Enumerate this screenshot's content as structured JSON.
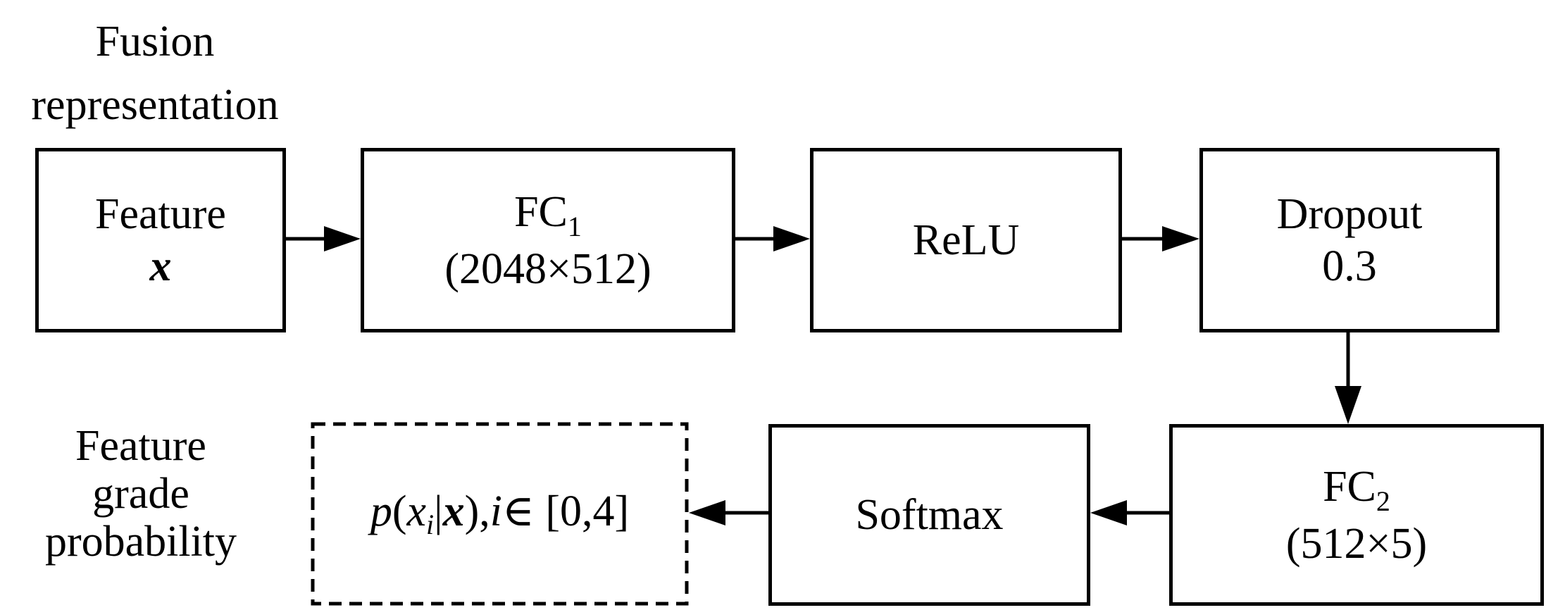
{
  "diagram": {
    "input_caption": [
      "Fusion",
      "representation"
    ],
    "output_caption": [
      "Feature",
      "grade",
      "probability"
    ],
    "nodes": {
      "feature": {
        "line1": "Feature",
        "line2": "x"
      },
      "fc1": {
        "name": "FC",
        "subscript": "1",
        "dims": "(2048×512)"
      },
      "relu": {
        "label": "ReLU"
      },
      "dropout": {
        "label": "Dropout",
        "rate": "0.3"
      },
      "fc2": {
        "name": "FC",
        "subscript": "2",
        "dims": "(512×5)"
      },
      "softmax": {
        "label": "Softmax"
      },
      "output": {
        "p": "p",
        "open": "(",
        "x": "x",
        "i_sub": "i",
        "bar": "|",
        "bold_x": "x",
        "close": "),",
        "i": "i",
        "rest": "∈ [0,4]"
      }
    },
    "edges": [
      {
        "from": "feature",
        "to": "fc1"
      },
      {
        "from": "fc1",
        "to": "relu"
      },
      {
        "from": "relu",
        "to": "dropout"
      },
      {
        "from": "dropout",
        "to": "fc2"
      },
      {
        "from": "fc2",
        "to": "softmax"
      },
      {
        "from": "softmax",
        "to": "output"
      }
    ]
  }
}
